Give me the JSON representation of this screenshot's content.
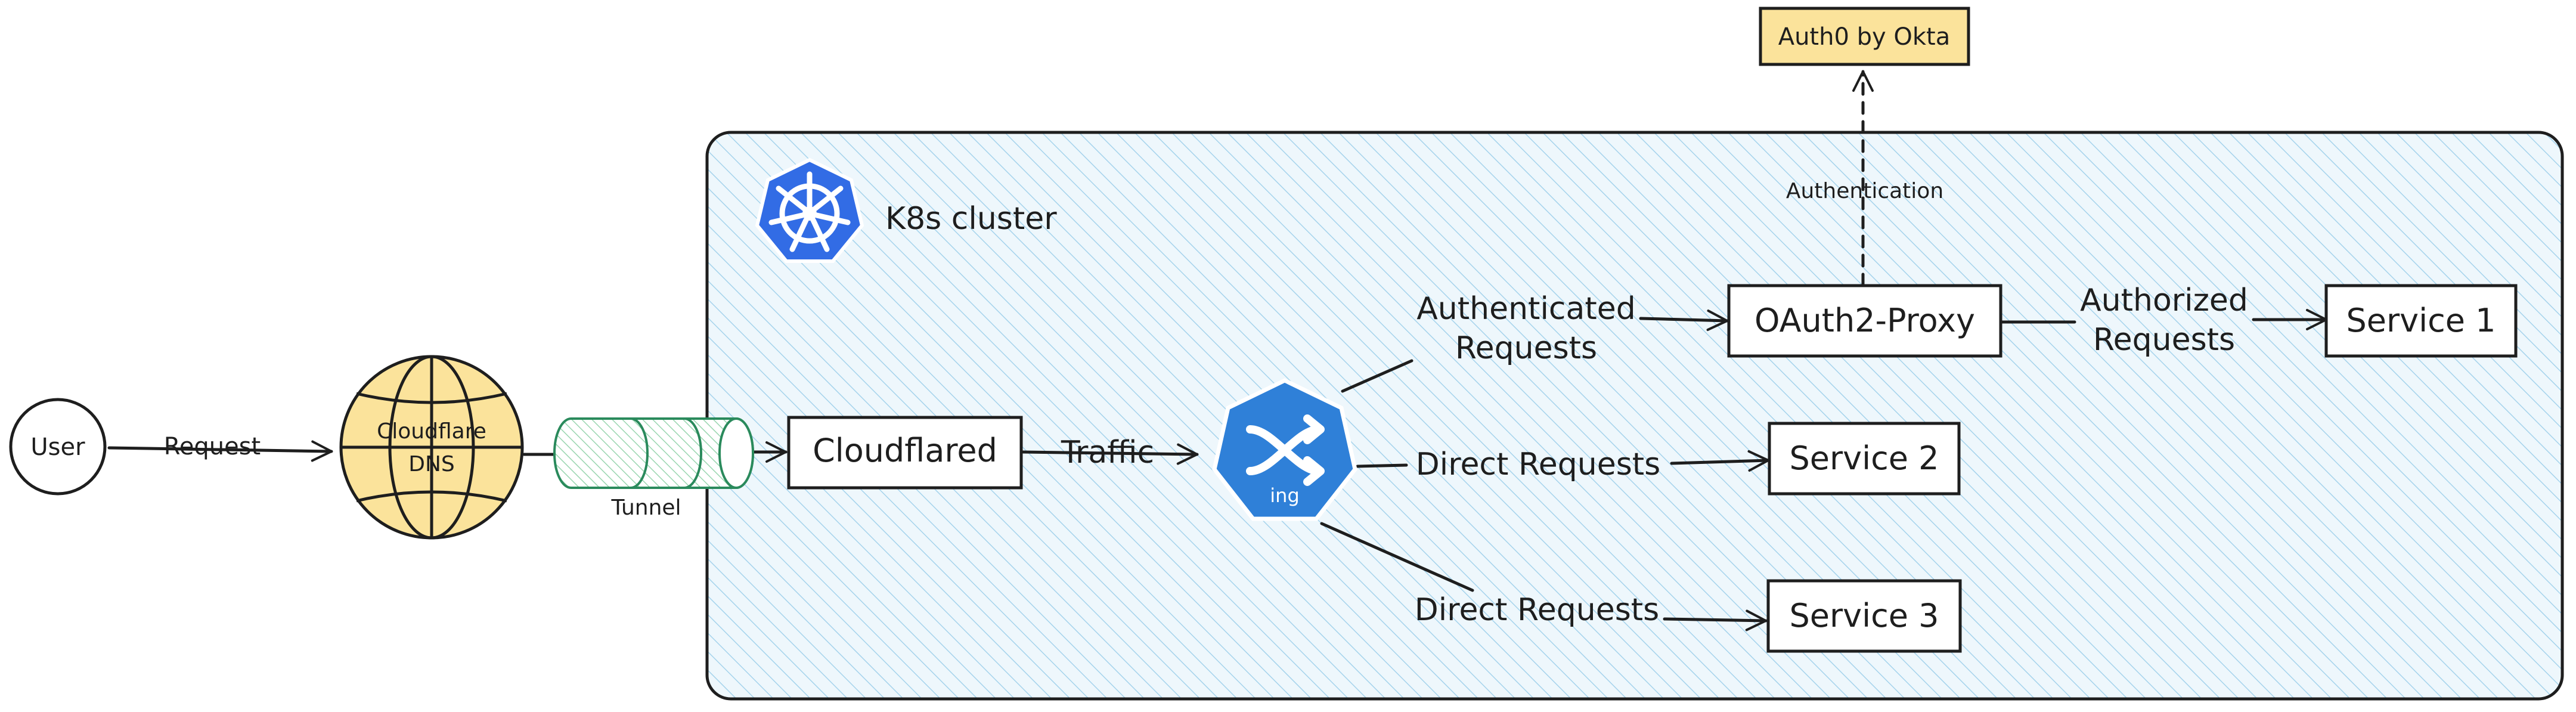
{
  "cluster": {
    "title": "K8s cluster"
  },
  "nodes": {
    "user": "User",
    "dns": [
      "Cloudflare",
      "DNS"
    ],
    "tunnel": "Tunnel",
    "cloudflared": "Cloudflared",
    "ingress_badge": "ing",
    "oauth2_proxy": "OAuth2-Proxy",
    "auth0": "Auth0 by Okta",
    "service1": "Service 1",
    "service2": "Service 2",
    "service3": "Service 3"
  },
  "edges": {
    "request": "Request",
    "traffic": "Traffic",
    "authenticated": [
      "Authenticated",
      "Requests"
    ],
    "authorized": [
      "Authorized",
      "Requests"
    ],
    "direct2": "Direct Requests",
    "direct3": "Direct Requests",
    "authentication": "Authentication"
  },
  "colors": {
    "cluster_fill": "#e7f3fb",
    "cluster_hatch": "#a5d3ec",
    "dns_fill": "#fbe39b",
    "auth0_fill": "#fbe39b",
    "tunnel_stroke": "#2a8a5c",
    "tunnel_hatch": "#b6e3c6",
    "k8s_blue": "#326ce5",
    "ingress_blue": "#2f80d8"
  },
  "icons": {
    "cluster": "kubernetes-helm-icon",
    "ingress": "shuffle-arrows-icon",
    "dns": "globe-icon",
    "tunnel": "cylinder-icon"
  }
}
